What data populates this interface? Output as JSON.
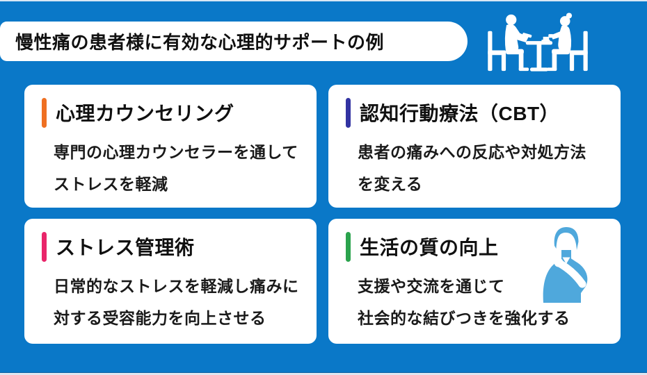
{
  "colors": {
    "background_blue": "#0a78c8",
    "banner_bg": "#ffffff",
    "card_bg": "#ffffff",
    "heading_text": "#101010",
    "body_text": "#1a1a1a",
    "header_icon_white": "#ffffff",
    "person_icon_blue": "#4fa8dc",
    "bottom_edge_strip": "#dfe7f1"
  },
  "header": {
    "title": "慢性痛の患者様に有効な心理的サポートの例",
    "icon": "counseling-table-icon"
  },
  "cards": [
    {
      "heading": "心理カウンセリング",
      "accent_color": "#ef7022",
      "body_lines": [
        "専門の心理カウンセラーを通して",
        "ストレスを軽減"
      ]
    },
    {
      "heading": "認知行動療法（CBT）",
      "accent_color": "#3233a2",
      "body_lines": [
        "患者の痛みへの反応や対処方法",
        "を変える"
      ]
    },
    {
      "heading": "ストレス管理術",
      "accent_color": "#e9256a",
      "body_lines": [
        "日常的なストレスを軽減し痛みに",
        "対する受容能力を向上させる"
      ]
    },
    {
      "heading": "生活の質の向上",
      "accent_color": "#2ba34d",
      "body_lines": [
        "支援や交流を通じて",
        "社会的な結びつきを強化する"
      ],
      "icon": "person-shoulder-icon"
    }
  ]
}
